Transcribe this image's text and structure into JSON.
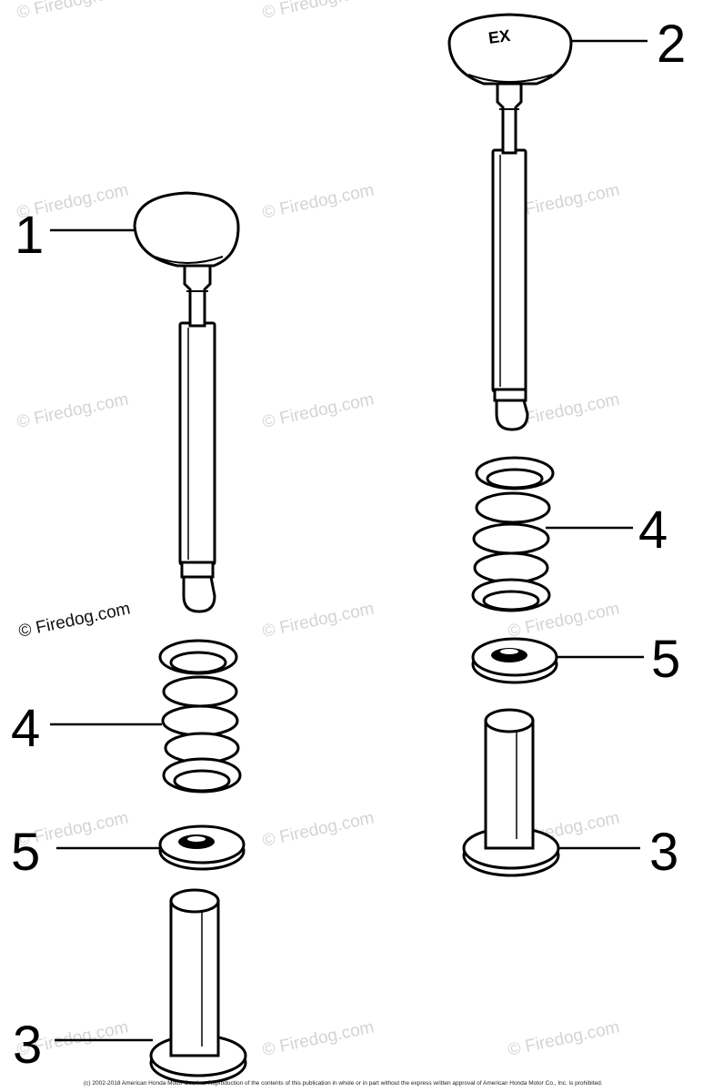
{
  "callouts": {
    "left_valve": "1",
    "right_valve": "2",
    "left_seal_bottom": "3",
    "right_seal": "3",
    "left_spring": "4",
    "right_spring": "4",
    "left_seat": "5",
    "right_seat": "5"
  },
  "watermark": "© Firedog.com",
  "copyright": "(c) 2002-2018 American Honda Motor Co., Inc. Reproduction of the contents of this publication in whole or in part without the express written approval of American Honda Motor Co., Inc. is prohibited.",
  "valve_head_marking": "EX"
}
